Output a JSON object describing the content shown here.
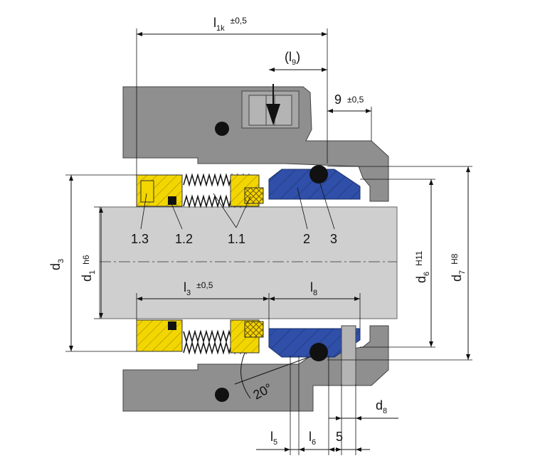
{
  "labels": {
    "l1k": {
      "main": "l",
      "sub": "1k",
      "tol": "±0,5"
    },
    "l9": {
      "text": "(l",
      "sub": "9",
      "close": ")"
    },
    "dim9": {
      "main": "9",
      "tol": "±0,5"
    },
    "d3": {
      "main": "d",
      "sub": "3"
    },
    "d1": {
      "main": "d",
      "sub": "1",
      "fit": "h6"
    },
    "d6": {
      "main": "d",
      "sub": "6",
      "fit": "H11"
    },
    "d7": {
      "main": "d",
      "sub": "7",
      "fit": "H8"
    },
    "d8": {
      "main": "d",
      "sub": "8"
    },
    "l3": {
      "main": "l",
      "sub": "3",
      "tol": "±0,5"
    },
    "l8": {
      "main": "l",
      "sub": "8"
    },
    "l5": {
      "main": "l",
      "sub": "5"
    },
    "l6": {
      "main": "l",
      "sub": "6"
    },
    "dim5": {
      "main": "5"
    },
    "angle": {
      "text": "20°"
    }
  },
  "parts": [
    "1.3",
    "1.2",
    "1.1",
    "2",
    "3"
  ],
  "colors": {
    "housing": "#8f8f8f",
    "housing_dark": "#6f6f6f",
    "shaft": "#cfcfcf",
    "yellow": "#f2d600",
    "blue": "#2f4fa8",
    "spring": "#111111"
  }
}
